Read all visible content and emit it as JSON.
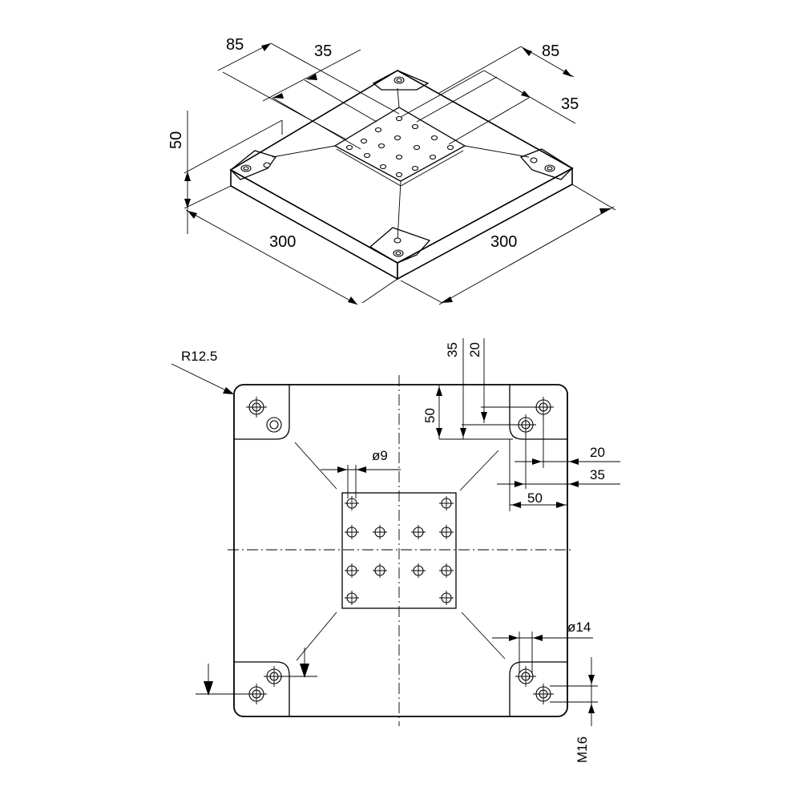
{
  "iso_view": {
    "dim_85_left": "85",
    "dim_35_left": "35",
    "dim_85_right": "85",
    "dim_35_right": "35",
    "dim_height": "50",
    "dim_width_left": "300",
    "dim_width_right": "300"
  },
  "top_view": {
    "corner_radius": "R12.5",
    "dim_35_vertical": "35",
    "dim_20_vertical": "20",
    "dim_50_vertical": "50",
    "dim_20_horizontal": "20",
    "dim_35_horizontal": "35",
    "dim_50_horizontal": "50",
    "small_hole_diameter": "ø9",
    "large_hole_diameter": "ø14",
    "thread": "M16"
  }
}
